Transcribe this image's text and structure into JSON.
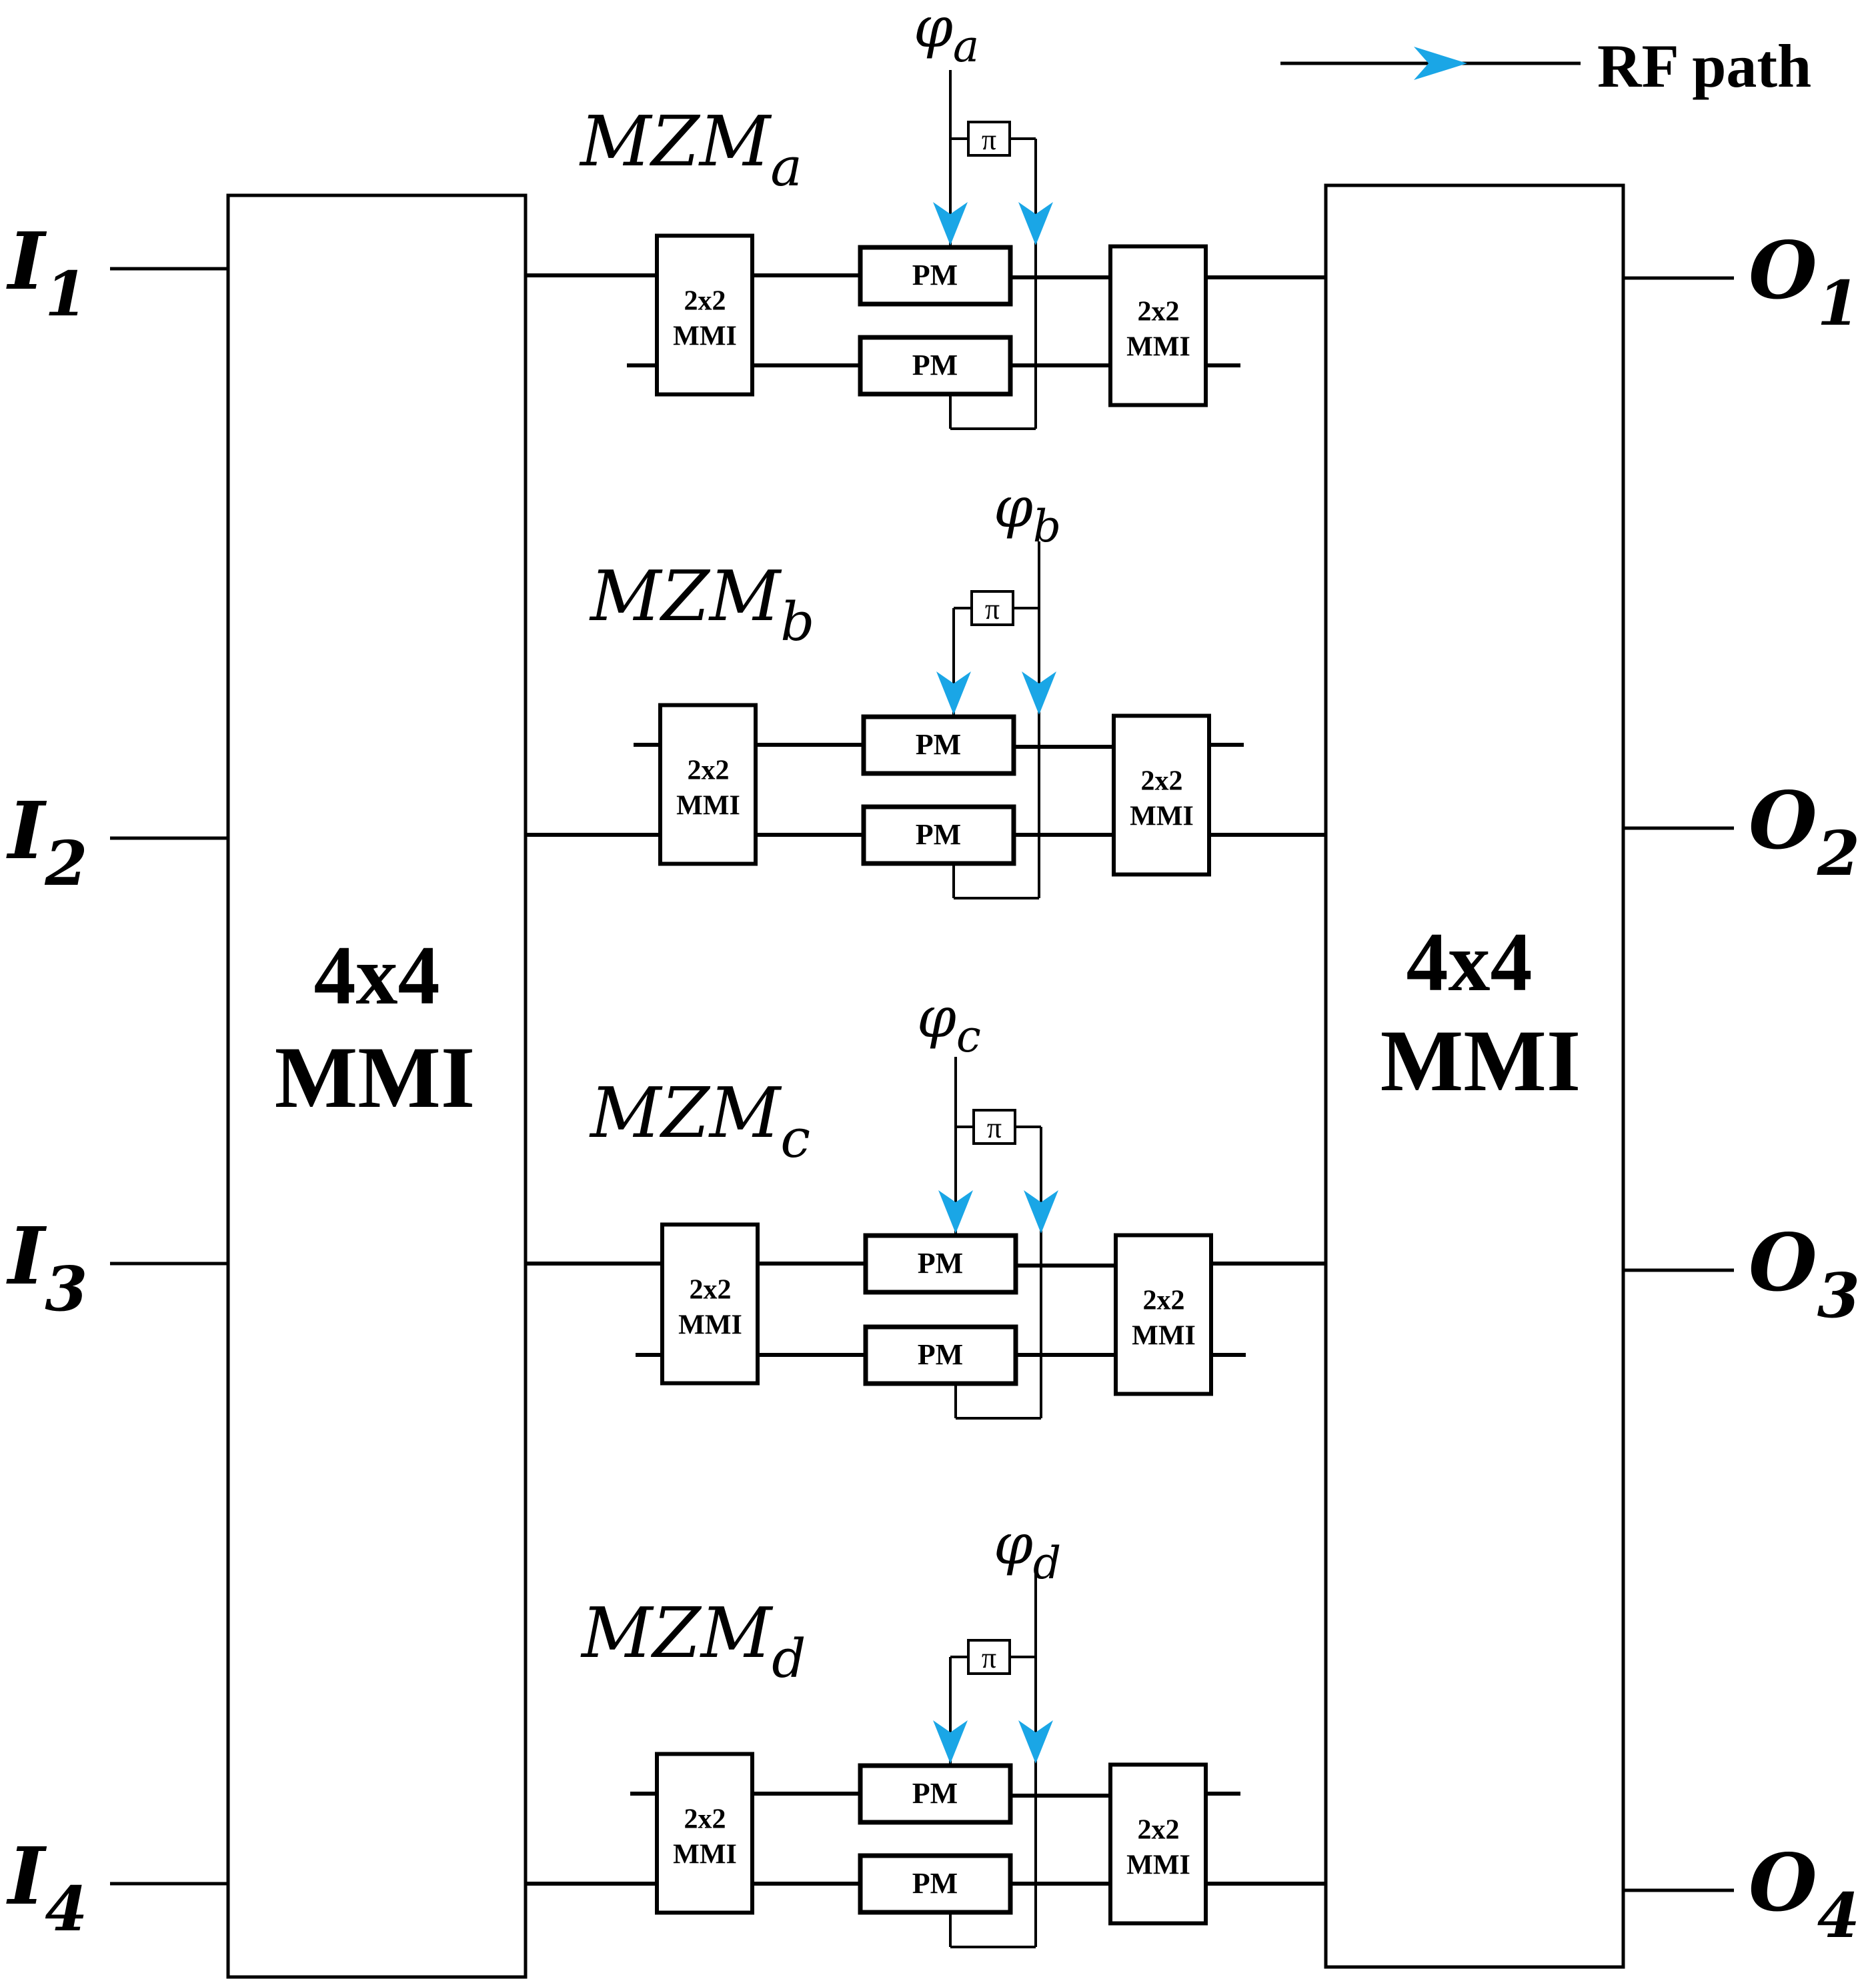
{
  "legend": {
    "label": "RF path"
  },
  "colors": {
    "rf_arrow": "#1aa6e6",
    "line": "#000000"
  },
  "inputs": [
    {
      "base": "I",
      "sub": "1"
    },
    {
      "base": "I",
      "sub": "2"
    },
    {
      "base": "I",
      "sub": "3"
    },
    {
      "base": "I",
      "sub": "4"
    }
  ],
  "outputs": [
    {
      "base": "O",
      "sub": "1"
    },
    {
      "base": "O",
      "sub": "2"
    },
    {
      "base": "O",
      "sub": "3"
    },
    {
      "base": "O",
      "sub": "4"
    }
  ],
  "big_mmi": {
    "line1": "4x4",
    "line2": "MMI"
  },
  "small_mmi": {
    "line1": "2x2",
    "line2": "MMI"
  },
  "pm_label": "PM",
  "pi_label": "π",
  "mzms": [
    {
      "base": "MZM",
      "sub": "a",
      "phase_base": "φ",
      "phase_sub": "a"
    },
    {
      "base": "MZM",
      "sub": "b",
      "phase_base": "φ",
      "phase_sub": "b"
    },
    {
      "base": "MZM",
      "sub": "c",
      "phase_base": "φ",
      "phase_sub": "c"
    },
    {
      "base": "MZM",
      "sub": "d",
      "phase_base": "φ",
      "phase_sub": "d"
    }
  ]
}
